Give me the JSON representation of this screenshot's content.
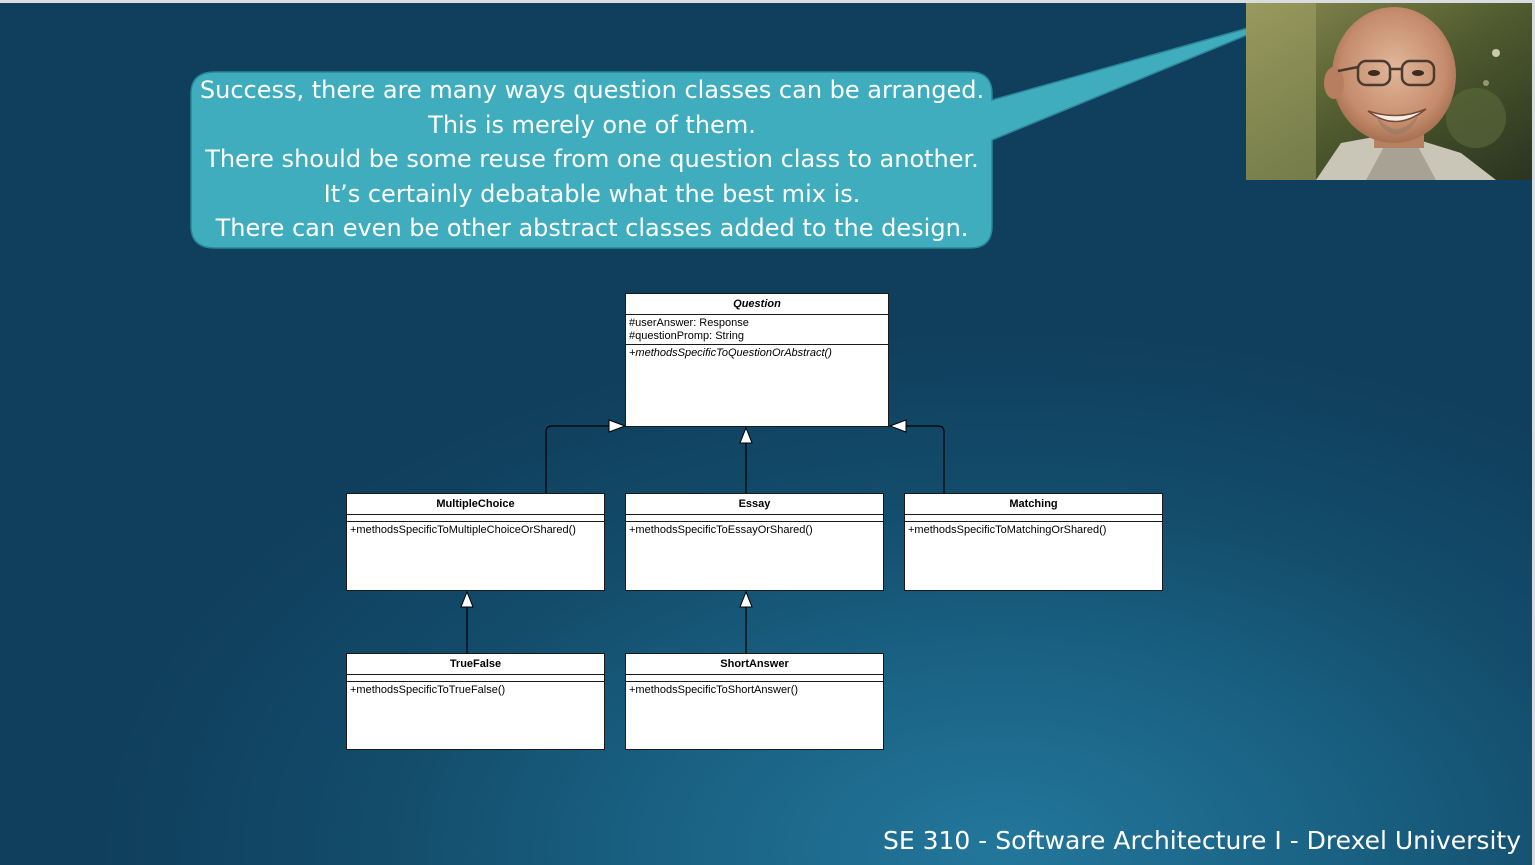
{
  "bubble": {
    "lines": [
      "Success, there are many ways question classes can be arranged.",
      "This is merely one of them.",
      "There should be some reuse from one question class to another.",
      "It’s certainly debatable what the best mix is.",
      "There can even be other abstract classes added to the design."
    ],
    "fill": "#3fadbd",
    "stroke": "#2a8696"
  },
  "classes": {
    "question": {
      "name": "Question",
      "attrs": [
        "#userAnswer: Response",
        "#questionPromp: String"
      ],
      "ops": [
        "+methodsSpecificToQuestionOrAbstract()"
      ]
    },
    "multiple_choice": {
      "name": "MultipleChoice",
      "ops": [
        "+methodsSpecificToMultipleChoiceOrShared()"
      ]
    },
    "essay": {
      "name": "Essay",
      "ops": [
        "+methodsSpecificToEssayOrShared()"
      ]
    },
    "matching": {
      "name": "Matching",
      "ops": [
        "+methodsSpecificToMatchingOrShared()"
      ]
    },
    "true_false": {
      "name": "TrueFalse",
      "ops": [
        "+methodsSpecificToTrueFalse()"
      ]
    },
    "short_answer": {
      "name": "ShortAnswer",
      "ops": [
        "+methodsSpecificToShortAnswer()"
      ]
    }
  },
  "footer": {
    "text": "SE 310 - Software Architecture I - Drexel University"
  }
}
